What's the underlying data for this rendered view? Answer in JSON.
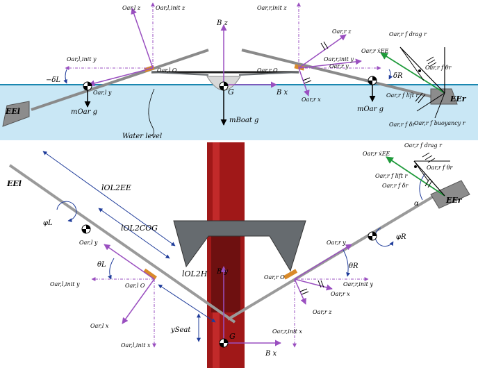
{
  "colors": {
    "water": "#c9e7f5",
    "water_line": "#1a87b0",
    "axis_purple": "#9a4fc0",
    "axis_blue": "#1f3c9a",
    "arrow_green": "#1e9a3a",
    "hull_red": "#a01818",
    "rigger_gray": "#666b6f",
    "oar_gray": "#9a9a9a",
    "blade_gray": "#8c8c8c",
    "collar_orange": "#d98a2a"
  },
  "top": {
    "water_level": "Water level",
    "labels": {
      "z_oar_l": "Oar,l z",
      "z_oar_l_init": "Oar,l,init z",
      "z_boat": "B z",
      "z_oar_r_init": "Oar,r,init z",
      "z_oar_r": "Oar,r z",
      "y_oar_l_init": "Oar,l,init y",
      "O_oar_l": "Oar,l O",
      "O_oar_r": "Oar,r O",
      "y_oar_r_init": "Oar,r,init y",
      "y_oar_r": "Oar,r y",
      "y_oar_l": "Oar,l y",
      "delta_L": "−δL",
      "delta_R": "δR",
      "G": "G",
      "x_boat": "B x",
      "x_oar_r": "Oar,r x",
      "EE_l": "EEl",
      "EE_r": "EEr",
      "m_oar_l": "mOar g",
      "m_oar_r": "mOar g",
      "m_boat": "mBoat g",
      "f_drag": "Oar,r f drag r",
      "x_dot_EE": "Oar,r ẋEE",
      "f_theta": "Oar,r f θr",
      "f_lift": "Oar,r f lift r",
      "f_delta": "Oar,r f δr",
      "f_buoyancy": "Oar,r f buoyancy r"
    }
  },
  "bottom": {
    "labels": {
      "EE_l": "EEl",
      "l_OL2EE": "lOL2EE",
      "l_OL2COG": "lOL2COG",
      "l_OL2H": "lOL2H",
      "phi_L": "φL",
      "theta_L": "θL",
      "y_oar_l": "Oar,l y",
      "y_oar_l_init": "Oar,l,init y",
      "O_oar_l": "Oar,l O",
      "x_oar_l": "Oar,l x",
      "x_oar_l_init": "Oar,l,init x",
      "y_boat": "B y",
      "y_seat": "ySeat",
      "G": "G",
      "x_boat": "B x",
      "O_oar_r": "Oar,r O",
      "y_oar_r_init": "Oar,r,init y",
      "x_oar_r": "Oar,r x",
      "z_oar_r": "Oar,r z",
      "x_oar_r_init": "Oar,r,init x",
      "theta_R": "θR",
      "y_oar_r": "Oar,r y",
      "phi_R": "φR",
      "alpha": "α",
      "EE_r": "EEr",
      "x_dot_EE": "Oar,r ẋEE",
      "f_drag": "Oar,r f drag r",
      "f_theta": "Oar,r f θr",
      "f_lift": "Oar,r f lift r",
      "f_delta": "Oar,r f δr"
    }
  }
}
